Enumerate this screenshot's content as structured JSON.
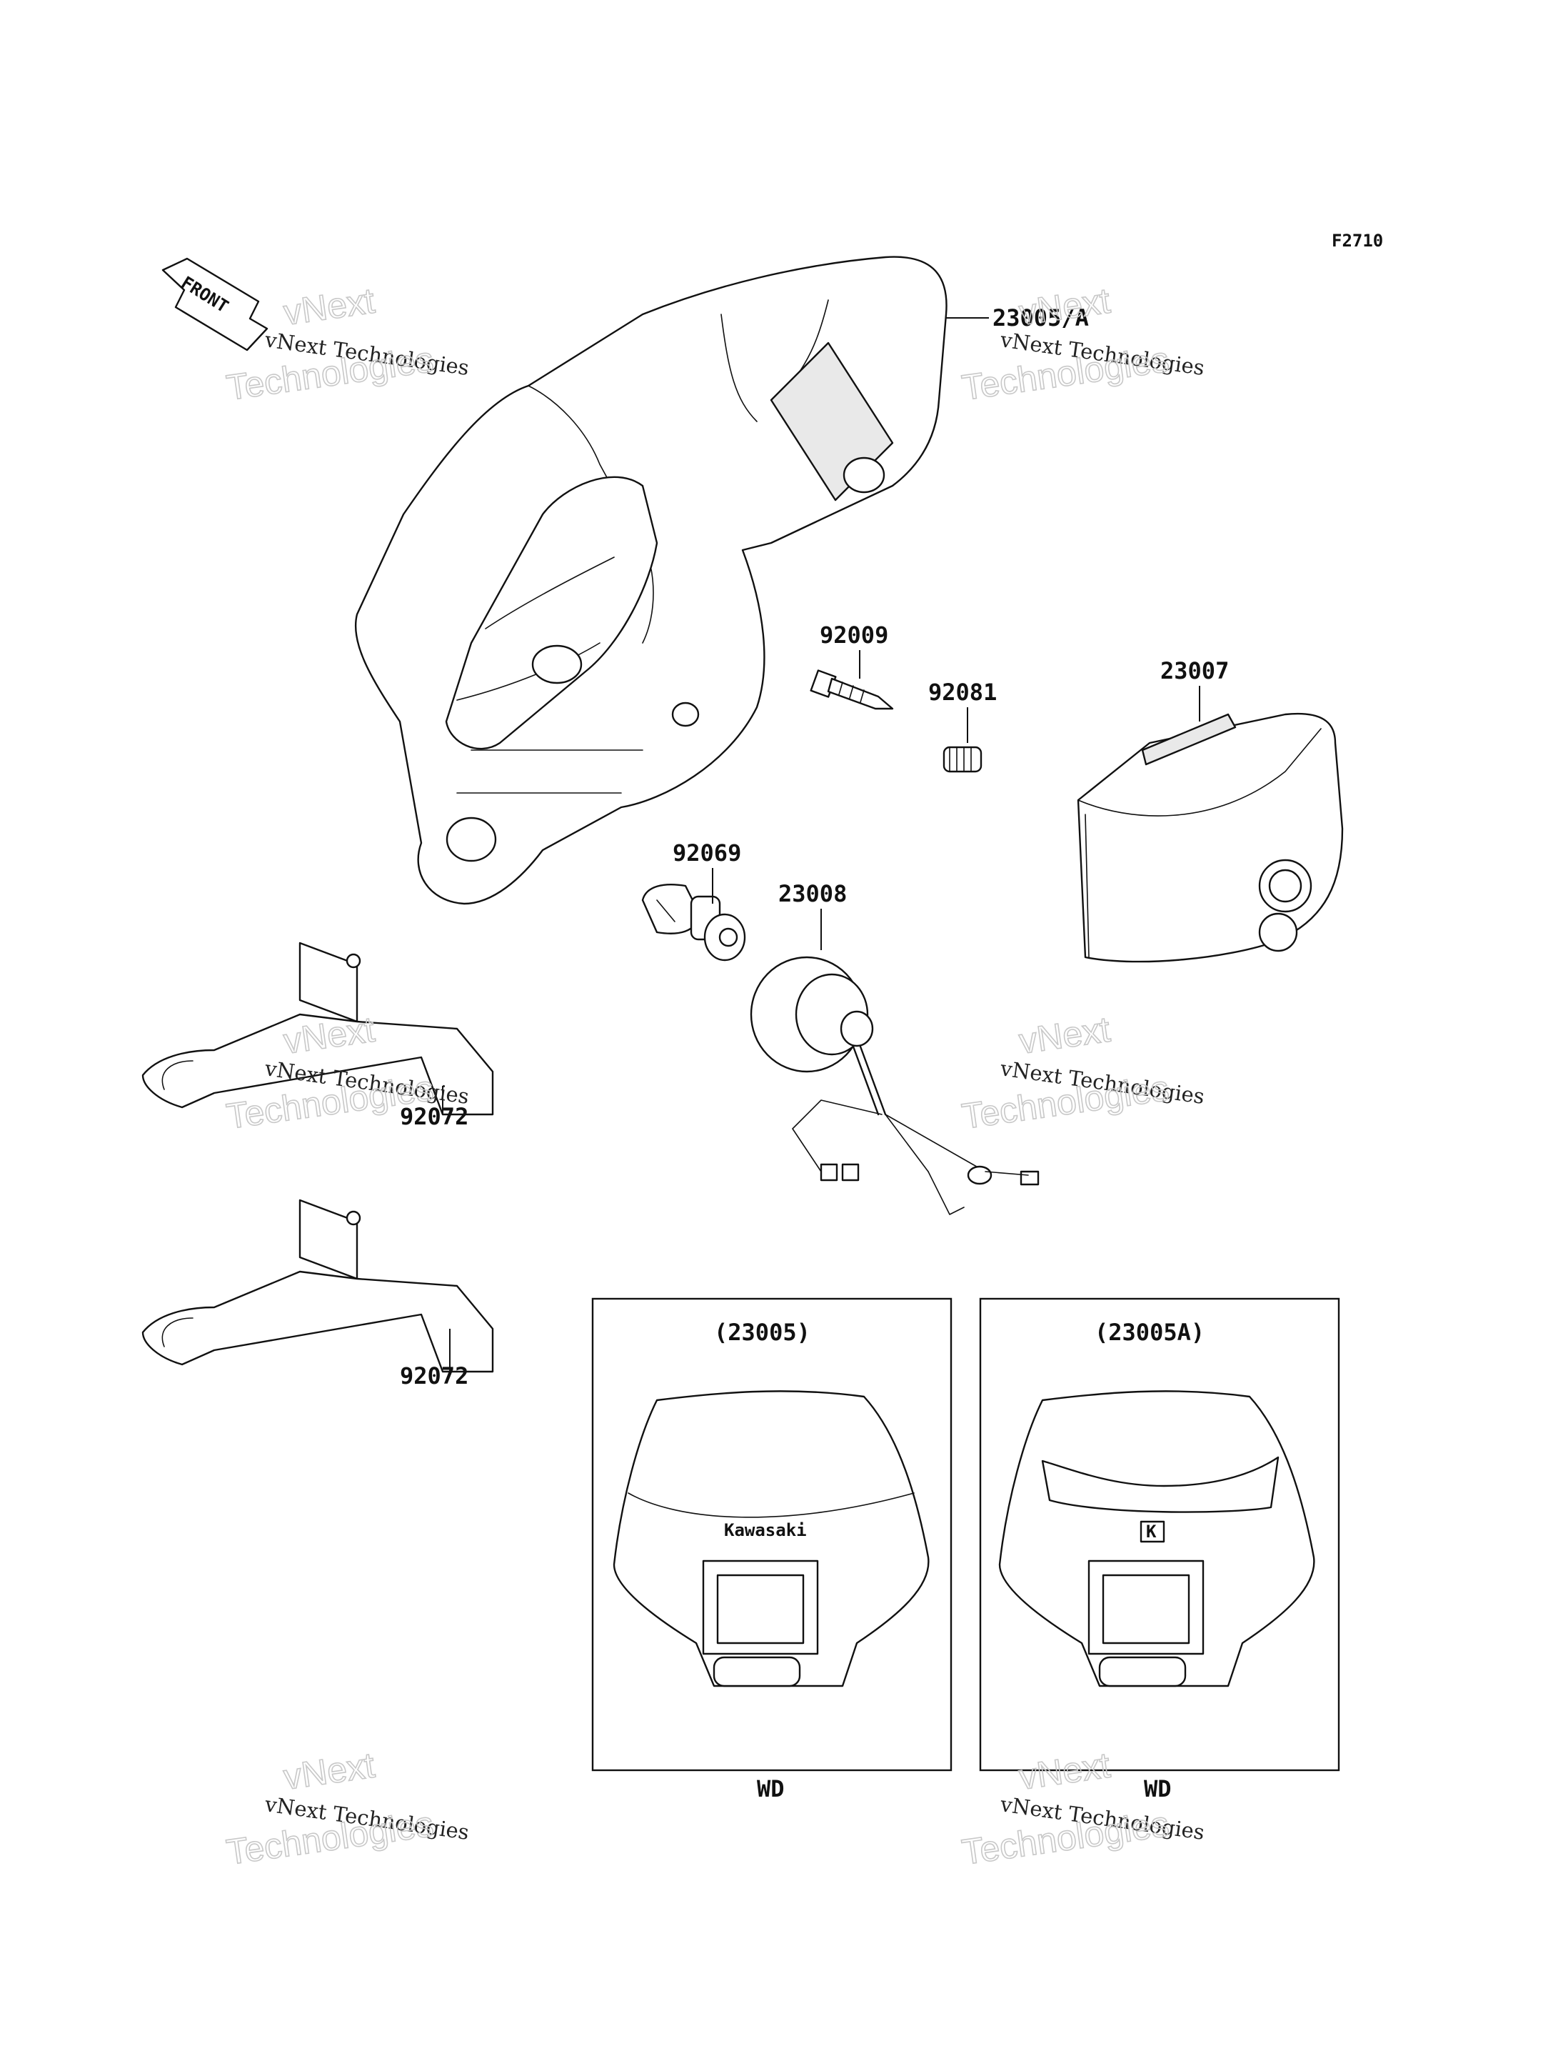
{
  "figure_code": "F2710",
  "front_label": "FRONT",
  "parts": {
    "headlight_cover": "23005/A",
    "screw": "92009",
    "spring": "92081",
    "headlight_unit": "23007",
    "bulb": "92069",
    "socket": "23008",
    "stay_upper": "92072",
    "stay_lower": "92072"
  },
  "variants": [
    {
      "code": "(23005)",
      "region": "WD",
      "logo": "Kawasaki"
    },
    {
      "code": "(23005A)",
      "region": "WD",
      "logo": "K"
    }
  ],
  "watermark": {
    "line1": "vNext",
    "line2": "vNext Technologies",
    "line3": "Technologies"
  }
}
